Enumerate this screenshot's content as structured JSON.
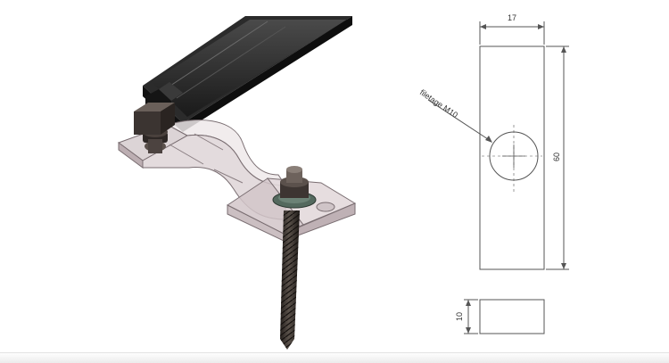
{
  "assembly": {
    "has_rail": true,
    "has_bracket": true,
    "has_threaded_rod": true
  },
  "drawing": {
    "dim_width": "17",
    "dim_height": "60",
    "dim_thickness": "10",
    "hole_note": "filetage M10"
  },
  "colors": {
    "rail": "#1e1e1e",
    "bracket_fill": "#e7dfe1",
    "bracket_edge": "#7a6e72",
    "rod": "#3a3430",
    "washer": "#5a7064",
    "line": "#555555"
  }
}
